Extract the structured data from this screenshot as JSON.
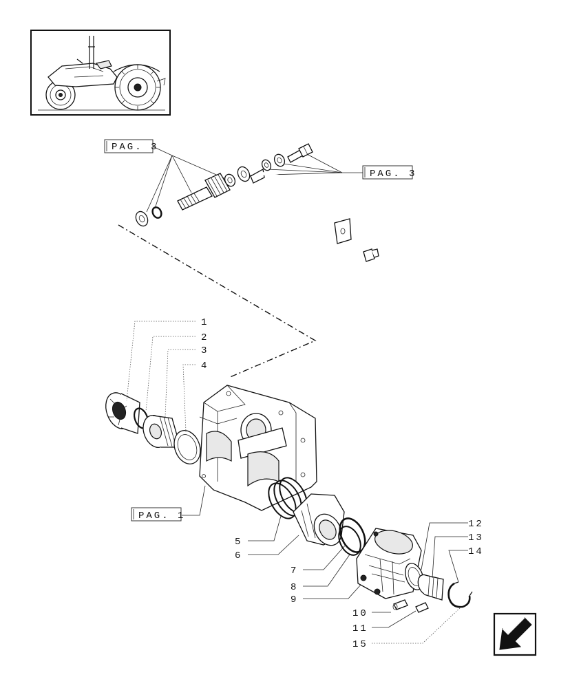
{
  "refs": {
    "pag3_left": "PAG. 3",
    "pag3_right": "PAG. 3",
    "pag1": "PAG. 1"
  },
  "callouts": [
    "1",
    "2",
    "3",
    "4",
    "5",
    "6",
    "7",
    "8",
    "9",
    "10",
    "11",
    "12",
    "13",
    "14",
    "15"
  ],
  "icons": {
    "thumbnail": "tractor-thumbnail-icon",
    "nav": "back-arrow-icon"
  }
}
